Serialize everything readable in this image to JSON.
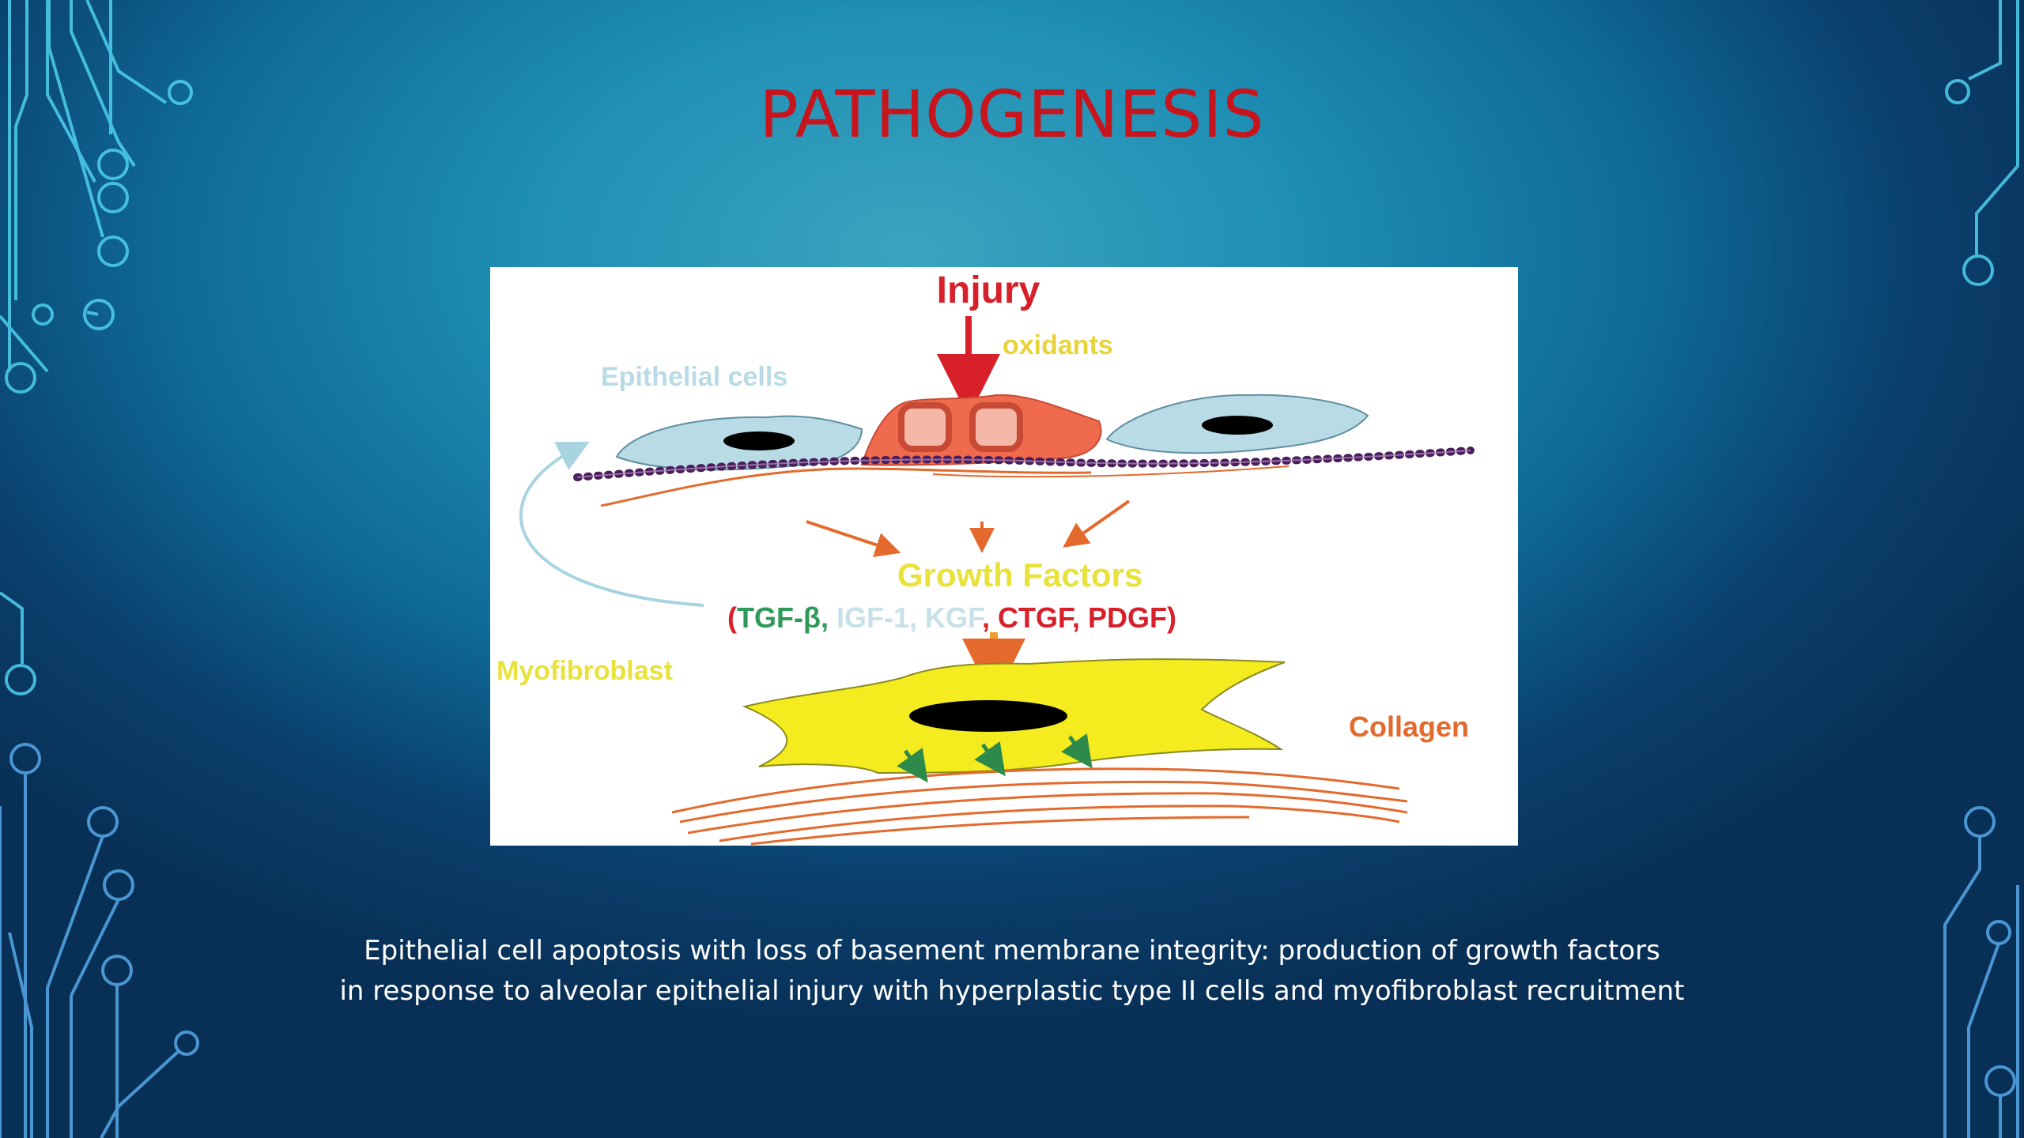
{
  "slide": {
    "title": "PATHOGENESIS",
    "caption_lines": [
      "Epithelial cell apoptosis with loss of basement membrane integrity: production of growth factors",
      "in response to alveolar epithelial injury with hyperplastic type II cells and myofibroblast recruitment"
    ]
  },
  "diagram": {
    "injury": "Injury",
    "oxidants": "oxidants",
    "epithelial_cells": "Epithelial cells",
    "growth_factors": "Growth Factors",
    "factors": {
      "open": "(",
      "tgf": "TGF-β",
      "sep1": ", ",
      "igf": "IGF-1",
      "sep2": ", ",
      "kgf": "KGF",
      "rest": ", CTGF, PDGF)"
    },
    "myofibroblast": "Myofibroblast",
    "collagen": "Collagen"
  },
  "colors": {
    "title": "#c8141c",
    "injury": "#d8202a",
    "oxidants": "#e8d43a",
    "epithelial_label": "#b8dbe6",
    "growth_factors": "#e8e23a",
    "tgf": "#2e9a5a",
    "igf_kgf": "#c8e0e8",
    "ctgf_pdgf": "#d8202a",
    "myofibroblast": "#e8e23a",
    "collagen": "#e36a2c"
  }
}
